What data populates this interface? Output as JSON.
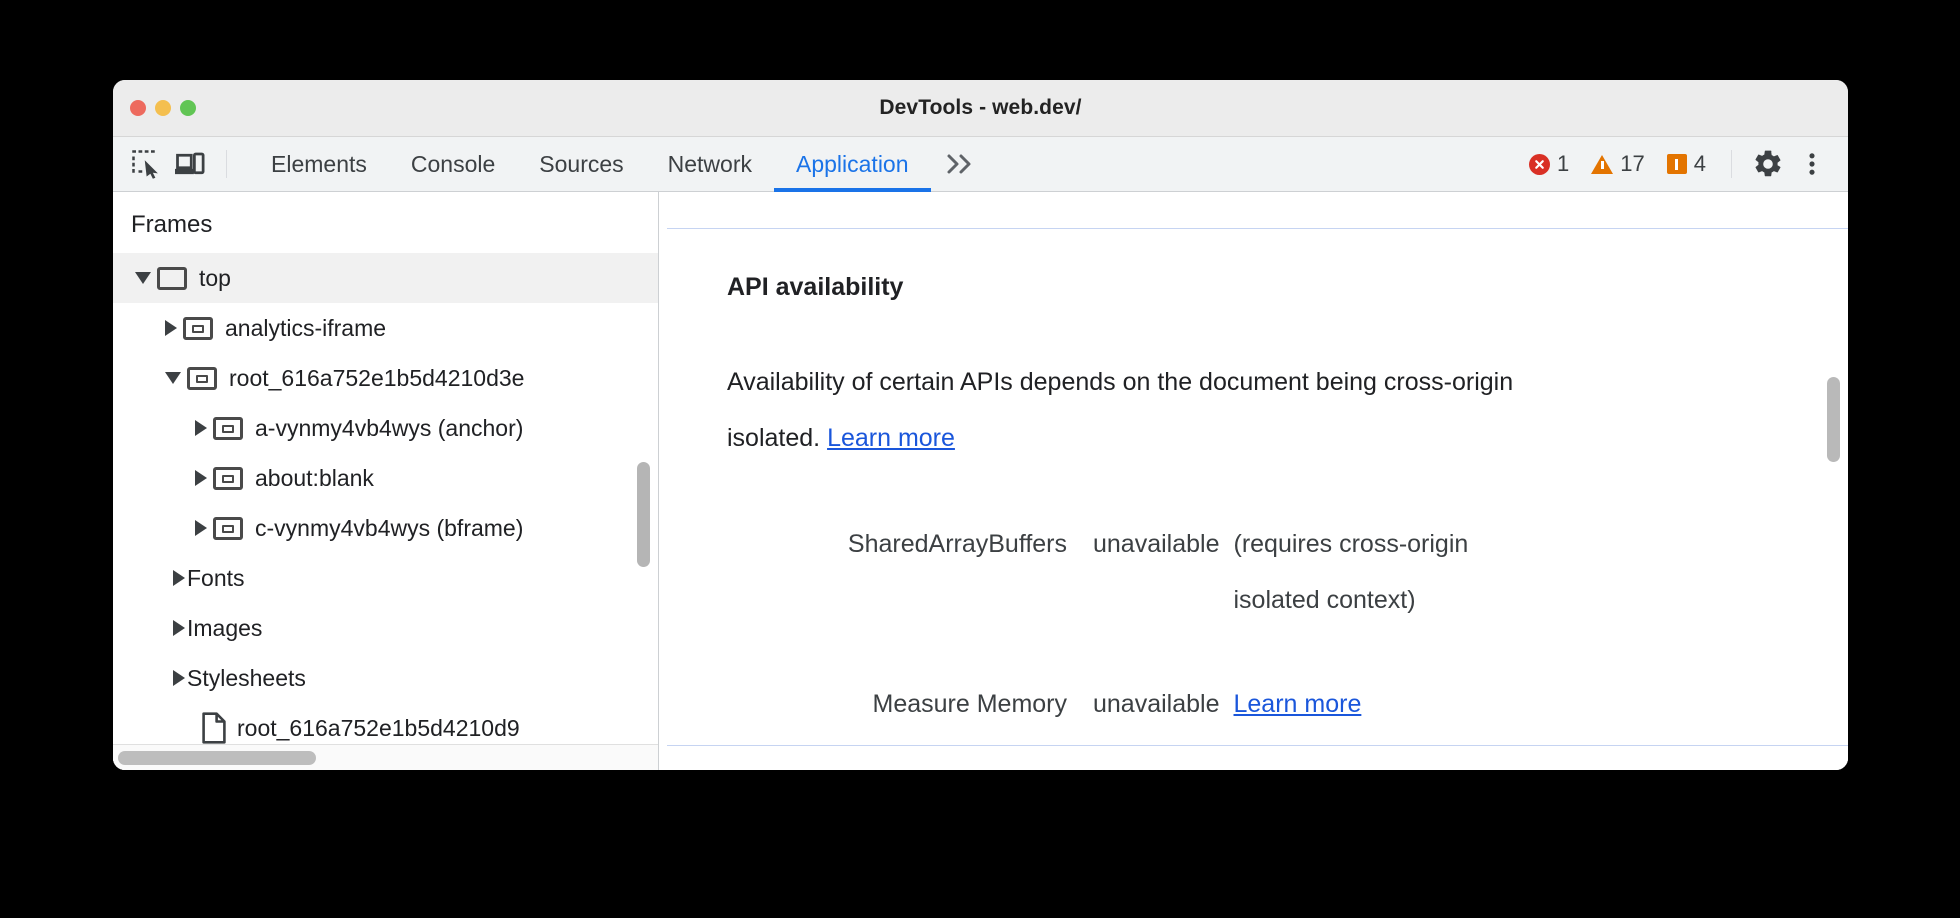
{
  "window": {
    "title": "DevTools - web.dev/",
    "traffic_lights": [
      "close",
      "minimize",
      "maximize"
    ]
  },
  "toolbar": {
    "inspect_icon": "inspect-element-icon",
    "device_icon": "device-toolbar-icon",
    "tabs": [
      {
        "label": "Elements",
        "active": false
      },
      {
        "label": "Console",
        "active": false
      },
      {
        "label": "Sources",
        "active": false
      },
      {
        "label": "Network",
        "active": false
      },
      {
        "label": "Application",
        "active": true
      }
    ],
    "more_tabs_label": "»",
    "counters": {
      "errors": "1",
      "warnings": "17",
      "issues": "4"
    },
    "settings_icon": "gear-icon",
    "menu_icon": "kebab-menu-icon",
    "accent_color": "#1a73e8",
    "error_color": "#d93025",
    "warning_color": "#e37400"
  },
  "sidebar": {
    "header": "Frames",
    "tree": [
      {
        "label": "top",
        "indent": 0,
        "twisty": "open",
        "icon": "frame-icon",
        "selected": true
      },
      {
        "label": "analytics-iframe",
        "indent": 1,
        "twisty": "closed",
        "icon": "iframe-icon",
        "selected": false
      },
      {
        "label": "root_616a752e1b5d4210d3e",
        "indent": 1,
        "twisty": "open",
        "icon": "iframe-icon",
        "selected": false
      },
      {
        "label": "a-vynmy4vb4wys (anchor)",
        "indent": 2,
        "twisty": "closed",
        "icon": "iframe-icon",
        "selected": false
      },
      {
        "label": "about:blank",
        "indent": 2,
        "twisty": "closed",
        "icon": "iframe-icon",
        "selected": false
      },
      {
        "label": "c-vynmy4vb4wys (bframe)",
        "indent": 2,
        "twisty": "closed",
        "icon": "iframe-icon",
        "selected": false
      },
      {
        "label": "Fonts",
        "indent": 1,
        "twisty": "closed",
        "icon": "none",
        "selected": false
      },
      {
        "label": "Images",
        "indent": 1,
        "twisty": "closed",
        "icon": "none",
        "selected": false
      },
      {
        "label": "Stylesheets",
        "indent": 1,
        "twisty": "closed",
        "icon": "none",
        "selected": false
      },
      {
        "label": "root_616a752e1b5d4210d9",
        "indent": 2,
        "twisty": "none",
        "icon": "document-icon",
        "selected": false
      }
    ]
  },
  "main": {
    "heading": "API availability",
    "description_before_link": "Availability of certain APIs depends on the document being cross-origin isolated. ",
    "description_link": "Learn more",
    "rows": [
      {
        "key": "SharedArrayBuffers",
        "value": "unavailable",
        "note": "(requires cross-origin isolated context)",
        "link": ""
      },
      {
        "key": "Measure Memory",
        "value": "unavailable",
        "note": "",
        "link": "Learn more"
      }
    ],
    "link_color": "#1a56db"
  }
}
